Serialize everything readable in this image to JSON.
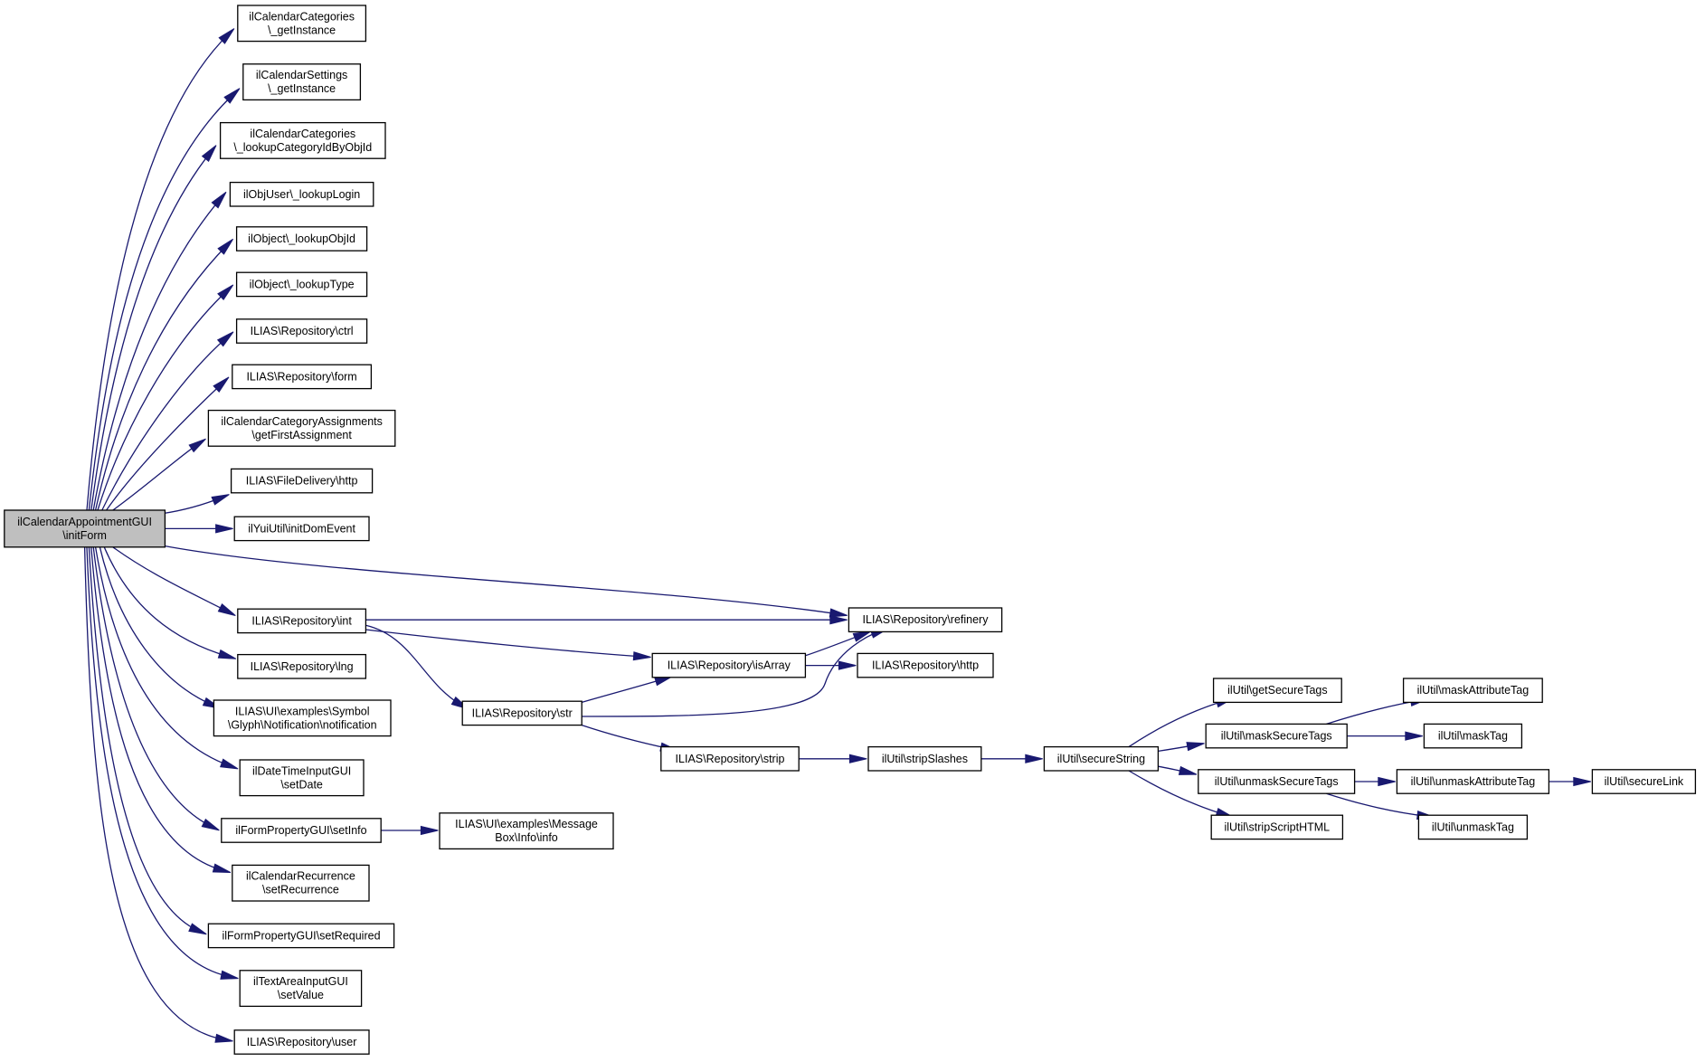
{
  "graph": {
    "colors": {
      "edge": "#191970",
      "node_border": "#000000",
      "root_fill": "#bfbfbf",
      "node_fill": "#ffffff"
    },
    "nodes": [
      {
        "id": "root",
        "lines": [
          "ilCalendarAppointmentGUI",
          "\\initForm"
        ],
        "root": true
      },
      {
        "id": "cat_getInstance",
        "lines": [
          "ilCalendarCategories",
          "\\_getInstance"
        ]
      },
      {
        "id": "set_getInstance",
        "lines": [
          "ilCalendarSettings",
          "\\_getInstance"
        ]
      },
      {
        "id": "cat_lookup",
        "lines": [
          "ilCalendarCategories",
          "\\_lookupCategoryIdByObjId"
        ]
      },
      {
        "id": "lookupLogin",
        "lines": [
          "ilObjUser\\_lookupLogin"
        ]
      },
      {
        "id": "lookupObjId",
        "lines": [
          "ilObject\\_lookupObjId"
        ]
      },
      {
        "id": "lookupType",
        "lines": [
          "ilObject\\_lookupType"
        ]
      },
      {
        "id": "repo_ctrl",
        "lines": [
          "ILIAS\\Repository\\ctrl"
        ]
      },
      {
        "id": "repo_form",
        "lines": [
          "ILIAS\\Repository\\form"
        ]
      },
      {
        "id": "getFirstAssignment",
        "lines": [
          "ilCalendarCategoryAssignments",
          "\\getFirstAssignment"
        ]
      },
      {
        "id": "fd_http",
        "lines": [
          "ILIAS\\FileDelivery\\http"
        ]
      },
      {
        "id": "initDomEvent",
        "lines": [
          "ilYuiUtil\\initDomEvent"
        ]
      },
      {
        "id": "repo_int",
        "lines": [
          "ILIAS\\Repository\\int"
        ]
      },
      {
        "id": "repo_lng",
        "lines": [
          "ILIAS\\Repository\\lng"
        ]
      },
      {
        "id": "notification",
        "lines": [
          "ILIAS\\UI\\examples\\Symbol",
          "\\Glyph\\Notification\\notification"
        ]
      },
      {
        "id": "setDate",
        "lines": [
          "ilDateTimeInputGUI",
          "\\setDate"
        ]
      },
      {
        "id": "setInfo",
        "lines": [
          "ilFormPropertyGUI\\setInfo"
        ]
      },
      {
        "id": "setRecurrence",
        "lines": [
          "ilCalendarRecurrence",
          "\\setRecurrence"
        ]
      },
      {
        "id": "setRequired",
        "lines": [
          "ilFormPropertyGUI\\setRequired"
        ]
      },
      {
        "id": "setValue",
        "lines": [
          "ilTextAreaInputGUI",
          "\\setValue"
        ]
      },
      {
        "id": "repo_user",
        "lines": [
          "ILIAS\\Repository\\user"
        ]
      },
      {
        "id": "refinery",
        "lines": [
          "ILIAS\\Repository\\refinery"
        ]
      },
      {
        "id": "isArray",
        "lines": [
          "ILIAS\\Repository\\isArray"
        ]
      },
      {
        "id": "repo_http",
        "lines": [
          "ILIAS\\Repository\\http"
        ]
      },
      {
        "id": "repo_str",
        "lines": [
          "ILIAS\\Repository\\str"
        ]
      },
      {
        "id": "repo_strip",
        "lines": [
          "ILIAS\\Repository\\strip"
        ]
      },
      {
        "id": "msg_info",
        "lines": [
          "ILIAS\\UI\\examples\\Message",
          "Box\\Info\\info"
        ]
      },
      {
        "id": "stripSlashes",
        "lines": [
          "ilUtil\\stripSlashes"
        ]
      },
      {
        "id": "secureString",
        "lines": [
          "ilUtil\\secureString"
        ]
      },
      {
        "id": "getSecureTags",
        "lines": [
          "ilUtil\\getSecureTags"
        ]
      },
      {
        "id": "maskSecureTags",
        "lines": [
          "ilUtil\\maskSecureTags"
        ]
      },
      {
        "id": "unmaskSecureTags",
        "lines": [
          "ilUtil\\unmaskSecureTags"
        ]
      },
      {
        "id": "stripScriptHTML",
        "lines": [
          "ilUtil\\stripScriptHTML"
        ]
      },
      {
        "id": "maskAttributeTag",
        "lines": [
          "ilUtil\\maskAttributeTag"
        ]
      },
      {
        "id": "maskTag",
        "lines": [
          "ilUtil\\maskTag"
        ]
      },
      {
        "id": "unmaskAttributeTag",
        "lines": [
          "ilUtil\\unmaskAttributeTag"
        ]
      },
      {
        "id": "unmaskTag",
        "lines": [
          "ilUtil\\unmaskTag"
        ]
      },
      {
        "id": "secureLink",
        "lines": [
          "ilUtil\\secureLink"
        ]
      }
    ],
    "edges": [
      [
        "root",
        "cat_getInstance"
      ],
      [
        "root",
        "set_getInstance"
      ],
      [
        "root",
        "cat_lookup"
      ],
      [
        "root",
        "lookupLogin"
      ],
      [
        "root",
        "lookupObjId"
      ],
      [
        "root",
        "lookupType"
      ],
      [
        "root",
        "repo_ctrl"
      ],
      [
        "root",
        "repo_form"
      ],
      [
        "root",
        "getFirstAssignment"
      ],
      [
        "root",
        "fd_http"
      ],
      [
        "root",
        "initDomEvent"
      ],
      [
        "root",
        "refinery"
      ],
      [
        "root",
        "repo_int"
      ],
      [
        "root",
        "repo_lng"
      ],
      [
        "root",
        "notification"
      ],
      [
        "root",
        "setDate"
      ],
      [
        "root",
        "setInfo"
      ],
      [
        "root",
        "setRecurrence"
      ],
      [
        "root",
        "setRequired"
      ],
      [
        "root",
        "setValue"
      ],
      [
        "root",
        "repo_user"
      ],
      [
        "repo_int",
        "refinery"
      ],
      [
        "repo_int",
        "isArray"
      ],
      [
        "repo_int",
        "repo_str"
      ],
      [
        "isArray",
        "refinery"
      ],
      [
        "isArray",
        "repo_http"
      ],
      [
        "repo_str",
        "isArray"
      ],
      [
        "repo_str",
        "refinery"
      ],
      [
        "repo_str",
        "repo_strip"
      ],
      [
        "setInfo",
        "msg_info"
      ],
      [
        "repo_strip",
        "stripSlashes"
      ],
      [
        "stripSlashes",
        "secureString"
      ],
      [
        "secureString",
        "getSecureTags"
      ],
      [
        "secureString",
        "maskSecureTags"
      ],
      [
        "secureString",
        "unmaskSecureTags"
      ],
      [
        "secureString",
        "stripScriptHTML"
      ],
      [
        "maskSecureTags",
        "maskAttributeTag"
      ],
      [
        "maskSecureTags",
        "maskTag"
      ],
      [
        "unmaskSecureTags",
        "unmaskAttributeTag"
      ],
      [
        "unmaskSecureTags",
        "unmaskTag"
      ],
      [
        "unmaskAttributeTag",
        "secureLink"
      ]
    ]
  }
}
